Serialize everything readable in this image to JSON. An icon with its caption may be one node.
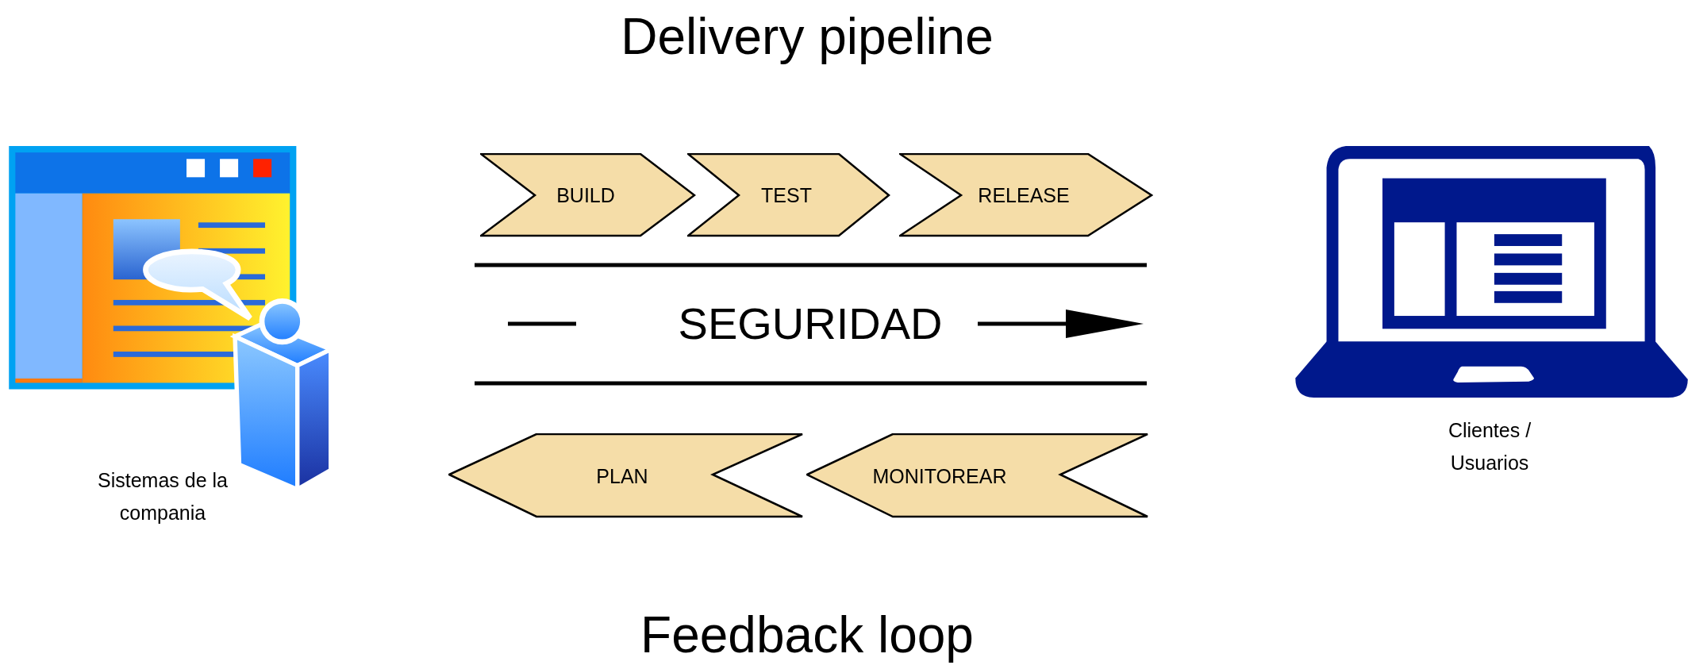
{
  "diagram": {
    "title": "Delivery pipeline",
    "caption": "Feedback loop",
    "nodes": [
      {
        "text": [],
        "shape": "picture",
        "beside": [
          "Sistemas de la compania"
        ]
      },
      {
        "text": [
          "BUILD"
        ]
      },
      {
        "text": [
          "TEST"
        ]
      },
      {
        "text": [
          "RELEASE"
        ]
      },
      {
        "text": [
          "PLAN"
        ]
      },
      {
        "text": [
          "MONITOREAR"
        ]
      },
      {
        "text": [],
        "shape": "picture",
        "beside": [
          "Clientes / Usuarios"
        ]
      }
    ],
    "labels": [
      "SEGURIDAD"
    ]
  }
}
